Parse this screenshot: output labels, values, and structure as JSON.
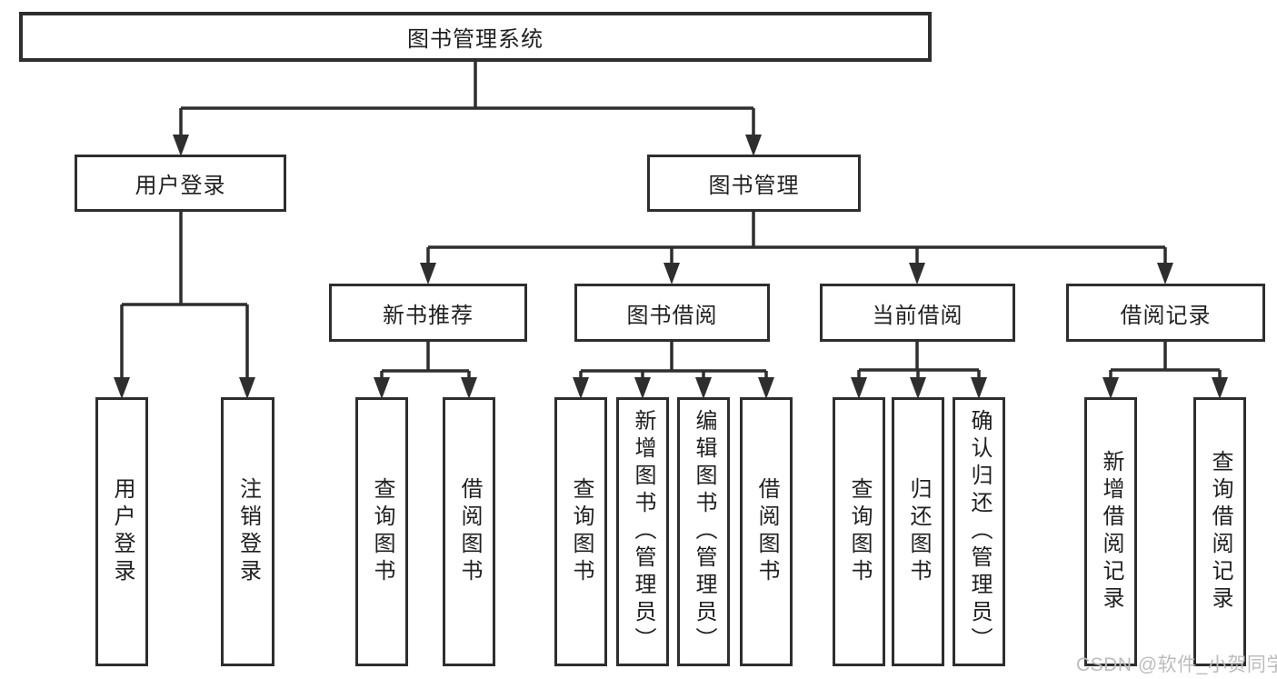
{
  "diagram": {
    "root": {
      "label": "图书管理系统"
    },
    "level2": [
      {
        "label": "用户登录"
      },
      {
        "label": "图书管理"
      }
    ],
    "level3": [
      {
        "label": "新书推荐"
      },
      {
        "label": "图书借阅"
      },
      {
        "label": "当前借阅"
      },
      {
        "label": "借阅记录"
      }
    ],
    "leaves": {
      "user_login": [
        "用户登录",
        "注销登录"
      ],
      "new_books": [
        "查询图书",
        "借阅图书"
      ],
      "borrowing": [
        "查询图书",
        "新增图书（管理员）",
        "编辑图书（管理员）",
        "借阅图书"
      ],
      "current": [
        "查询图书",
        "归还图书",
        "确认归还（管理员）"
      ],
      "records": [
        "新增借阅记录",
        "查询借阅记录"
      ]
    },
    "watermark": "CSDN @软件_小贺同学",
    "colors": {
      "line": "#2e2e2e",
      "text": "#1f1f1f",
      "watermark": "#bcbcbc",
      "background": "#ffffff"
    }
  }
}
